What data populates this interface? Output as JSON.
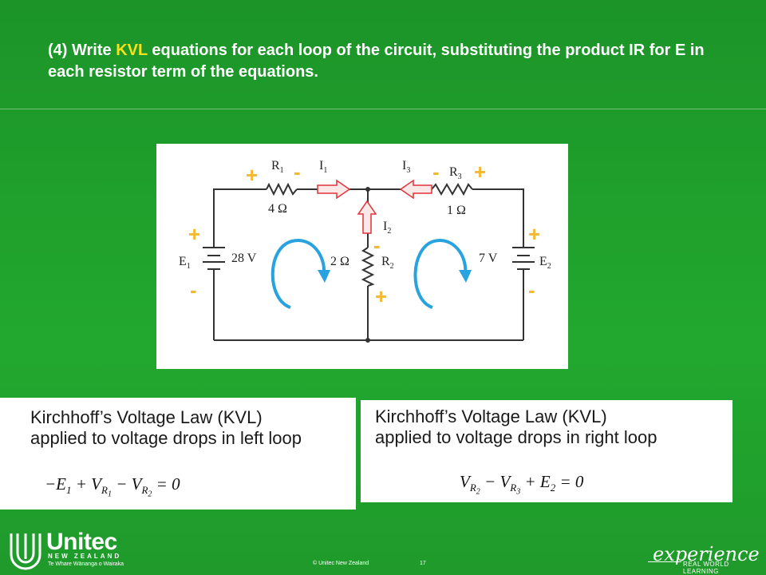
{
  "slide": {
    "title_before": "(4) Write ",
    "title_highlight": "KVL",
    "title_after": " equations for each loop of the circuit, substituting the product IR for E in each resistor term of the equations."
  },
  "circuit": {
    "r1": "R",
    "r1_sub": "1",
    "r1_value": "4 Ω",
    "r2": "R",
    "r2_sub": "2",
    "r2_value": "2 Ω",
    "r3": "R",
    "r3_sub": "3",
    "r3_value": "1 Ω",
    "e1": "E",
    "e1_sub": "1",
    "e1_value": "28 V",
    "e2": "E",
    "e2_sub": "2",
    "e2_value": "7 V",
    "i1": "I",
    "i1_sub": "1",
    "i2": "I",
    "i2_sub": "2",
    "i3": "I",
    "i3_sub": "3",
    "plus": "+",
    "minus": "-"
  },
  "left_loop": {
    "heading_line1": "Kirchhoff’s Voltage Law (KVL)",
    "heading_line2": "applied to voltage drops in left loop"
  },
  "right_loop": {
    "heading_line1": "Kirchhoff’s Voltage Law (KVL)",
    "heading_line2": "applied to voltage drops in right loop"
  },
  "footer": {
    "logo_word": "Unitec",
    "logo_nz": "NEW ZEALAND",
    "logo_sub": "Te Whare Wānanga o Wairaka",
    "copyright": "© Unitec New Zealand",
    "page": "17",
    "brand": "experience",
    "brand_sub": "REAL WORLD LEARNING"
  },
  "colors": {
    "background": "#1e9a2a",
    "highlight": "#f7e21a",
    "polarity": "#f5b82e",
    "loop_arrow": "#29a3e0",
    "current_arrow": "#e0333a"
  }
}
